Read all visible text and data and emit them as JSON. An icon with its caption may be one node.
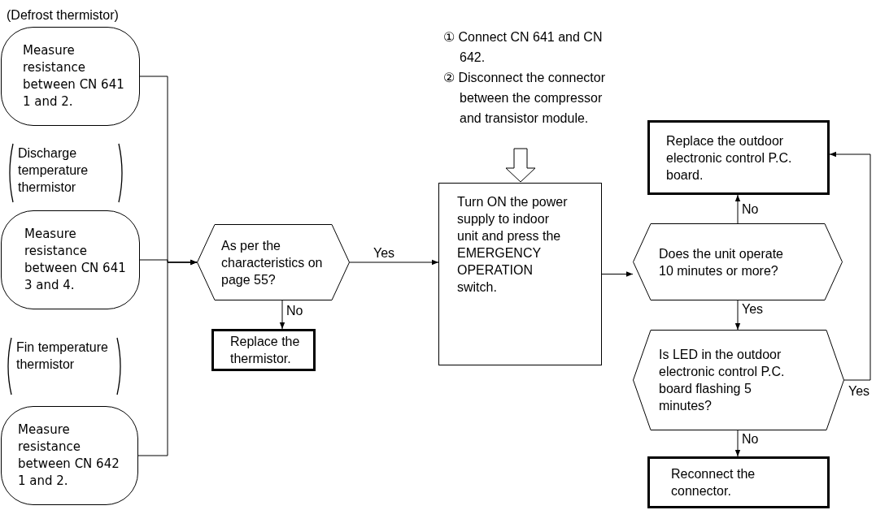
{
  "diagram": {
    "nodes": [
      {
        "text": [
          "Measure resistance between CN 641 1 and 2."
        ],
        "beside": [
          "(Defrost thermistor)"
        ]
      },
      {
        "text": [
          "Measure resistance between CN 641 3 and 4."
        ],
        "beside": [
          "Discharge temperature thermistor"
        ]
      },
      {
        "text": [
          "Measure resistance between CN 642 1 and 2."
        ],
        "beside": [
          "Fin temperature thermistor"
        ]
      },
      {
        "text": [
          "As per the characteristics on page 55?"
        ]
      },
      {
        "text": [
          "Replace the thermistor."
        ]
      },
      {
        "text": [
          "① Connect CN 641 and CN 642.",
          "② Disconnect the connector between the compressor and transistor module."
        ]
      },
      {
        "text": [
          "Turn ON the power supply to indoor unit and press the EMERGENCY OPERATION switch."
        ]
      },
      {
        "text": [
          "Does the unit operate 10 minutes or more?"
        ]
      },
      {
        "text": [
          "Replace the outdoor electronic control P.C. board."
        ]
      },
      {
        "text": [
          "Is LED in the outdoor electronic control P.C. board flashing 5 minutes?"
        ]
      },
      {
        "text": [
          "Reconnect the connector."
        ]
      }
    ],
    "edges": [
      {
        "from": 0,
        "to": 3,
        "arrow": "to"
      },
      {
        "from": 1,
        "to": 3,
        "arrow": "to"
      },
      {
        "from": 2,
        "to": 3,
        "arrow": "to"
      },
      {
        "from": 3,
        "to": 4,
        "label": "No",
        "arrow": "to"
      },
      {
        "from": 3,
        "to": 6,
        "label": "Yes",
        "arrow": "to"
      },
      {
        "from": 5,
        "to": 6,
        "arrow": "to",
        "style": "thick"
      },
      {
        "from": 6,
        "to": 7,
        "arrow": "to"
      },
      {
        "from": 7,
        "to": 8,
        "label": "No",
        "arrow": "to"
      },
      {
        "from": 7,
        "to": 9,
        "label": "Yes",
        "arrow": "to"
      },
      {
        "from": 9,
        "to": 8,
        "label": "Yes",
        "arrow": "to"
      },
      {
        "from": 9,
        "to": 10,
        "label": "No",
        "arrow": "to"
      }
    ]
  }
}
